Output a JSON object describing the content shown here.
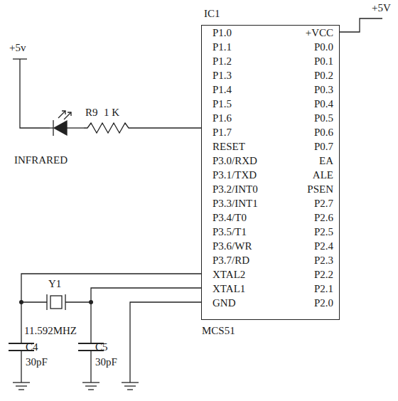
{
  "diagram": {
    "nodes": [
      {
        "text": [
          "IC1",
          "P1.0",
          "P1.1",
          "P1.2",
          "P1.3",
          "P1.4",
          "P1.5",
          "P1.6",
          "P1.7",
          "RESET",
          "P3.0/RXD",
          "P3.1/TXD",
          "P3.2/INT0",
          "P3.3/INT1",
          "P3.4/T0",
          "P3.5/T1",
          "P3.6/WR",
          "P3.7/RD",
          "XTAL2",
          "XTAL1",
          "GND",
          "+VCC",
          "P0.0",
          "P0.1",
          "P0.2",
          "P0.3",
          "P0.4",
          "P0.5",
          "P0.6",
          "P0.7",
          "EA",
          "ALE",
          "PSEN",
          "P2.7",
          "P2.6",
          "P2.5",
          "P2.4",
          "P2.3",
          "P2.2",
          "P2.1",
          "P2.0",
          "MCS51"
        ]
      }
    ],
    "labels": [
      "+5V",
      "+5v",
      "R9",
      "1 K",
      "INFRARED",
      "Y1",
      "11.592MHZ",
      "C4",
      "30pF",
      "C5",
      "30pF"
    ]
  }
}
